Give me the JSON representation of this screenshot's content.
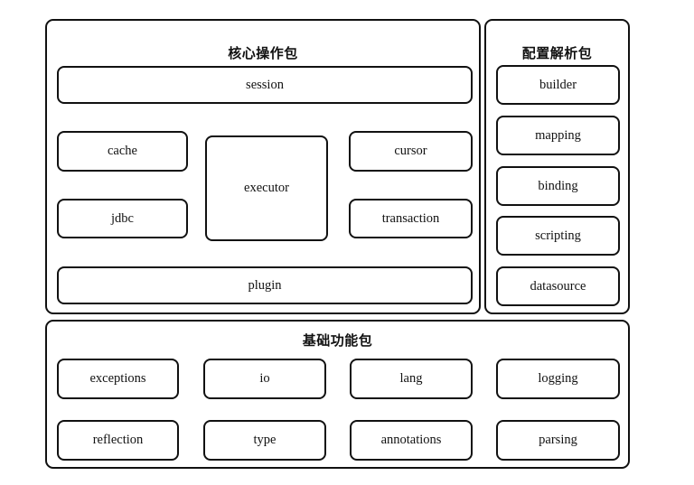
{
  "diagram": {
    "type": "architecture-package-diagram",
    "background_color": "#ffffff",
    "line_color": "#111111",
    "panels": [
      {
        "id": "core",
        "title": "核心操作包",
        "modules": [
          {
            "id": "session",
            "label": "session"
          },
          {
            "id": "cache",
            "label": "cache"
          },
          {
            "id": "executor",
            "label": "executor"
          },
          {
            "id": "cursor",
            "label": "cursor"
          },
          {
            "id": "jdbc",
            "label": "jdbc"
          },
          {
            "id": "transaction",
            "label": "transaction"
          },
          {
            "id": "plugin",
            "label": "plugin"
          }
        ]
      },
      {
        "id": "config",
        "title": "配置解析包",
        "modules": [
          {
            "id": "builder",
            "label": "builder"
          },
          {
            "id": "mapping",
            "label": "mapping"
          },
          {
            "id": "binding",
            "label": "binding"
          },
          {
            "id": "scripting",
            "label": "scripting"
          },
          {
            "id": "datasource",
            "label": "datasource"
          }
        ]
      },
      {
        "id": "base",
        "title": "基础功能包",
        "modules": [
          {
            "id": "exceptions",
            "label": "exceptions"
          },
          {
            "id": "io",
            "label": "io"
          },
          {
            "id": "lang",
            "label": "lang"
          },
          {
            "id": "logging",
            "label": "logging"
          },
          {
            "id": "reflection",
            "label": "reflection"
          },
          {
            "id": "type",
            "label": "type"
          },
          {
            "id": "annotations",
            "label": "annotations"
          },
          {
            "id": "parsing",
            "label": "parsing"
          }
        ]
      }
    ]
  }
}
